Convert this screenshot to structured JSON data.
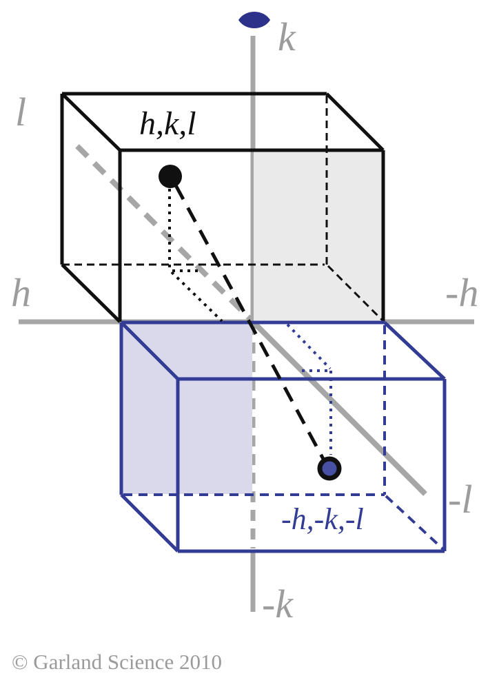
{
  "figure": {
    "labels": {
      "axis_k_pos": "k",
      "axis_k_neg": "-k",
      "axis_h_pos": "h",
      "axis_h_neg": "-h",
      "axis_l_pos": "l",
      "axis_l_neg": "-l",
      "point_hkl": "h,k,l",
      "point_neg_hkl": "-h,-k,-l"
    },
    "symbols": {
      "inversion_center": "lens-symbol"
    },
    "copyright": "© Garland Science 2010"
  },
  "colors": {
    "ink": "#101010",
    "navy": "#333c94",
    "point-blue": "#4750a2",
    "lens-navy": "#2c3189",
    "axis-gray": "#a6a6a6",
    "label-gray": "#9c9c9c",
    "copyright-gray": "#9a9a9a",
    "gray-fill": "#eaeaea",
    "lavender-fill": "#dad9ec"
  }
}
